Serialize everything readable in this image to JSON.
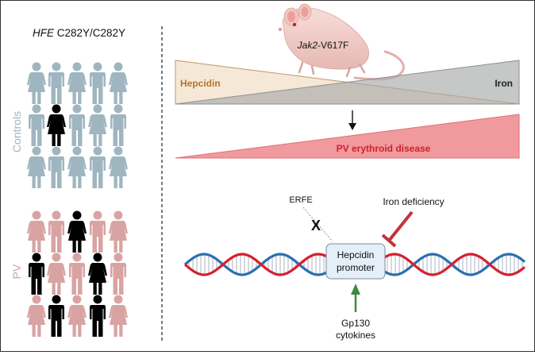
{
  "left_panel": {
    "title_gene": "HFE",
    "title_genotype": " C282Y/C282Y",
    "controls_label": "Controls",
    "pv_label": "PV"
  },
  "mouse": {
    "label_gene": "Jak2",
    "label_mutation": "-V617F"
  },
  "gradients": {
    "hepcidin_label": "Hepcidin",
    "iron_label": "Iron",
    "disease_label": "PV erythroid disease"
  },
  "pathway": {
    "erfe_label": "ERFE",
    "inhibit_mark": "X",
    "iron_deficiency_label": "Iron deficiency",
    "promoter_line1": "Hepcidin",
    "promoter_line2": "promoter",
    "cytokines_line1": "Gp130",
    "cytokines_line2": "cytokines"
  },
  "people": {
    "controls": [
      [
        "f",
        "m",
        "f",
        "m",
        "f"
      ],
      [
        "m",
        "f*",
        "m",
        "f",
        "m"
      ],
      [
        "f",
        "m",
        "f",
        "m",
        "f"
      ]
    ],
    "pv": [
      [
        "f",
        "m",
        "f*",
        "m",
        "f"
      ],
      [
        "m*",
        "f",
        "m",
        "f*",
        "m"
      ],
      [
        "f",
        "m*",
        "f",
        "m*",
        "f"
      ]
    ]
  },
  "colors": {
    "control": "#9fb6c0",
    "pv": "#d9a3a3",
    "highlight": "#000000",
    "hepcidin": "#b8742a",
    "hepcidin_fill": "#f4e6d3",
    "iron_fill": "#a7a9a9",
    "disease_fill": "#f09a9e",
    "disease_text": "#d12027",
    "iron_def": "#c0343b",
    "cytokine_arrow": "#3d8a3a",
    "dna_red": "#d42030",
    "dna_blue": "#2a6fb0"
  }
}
